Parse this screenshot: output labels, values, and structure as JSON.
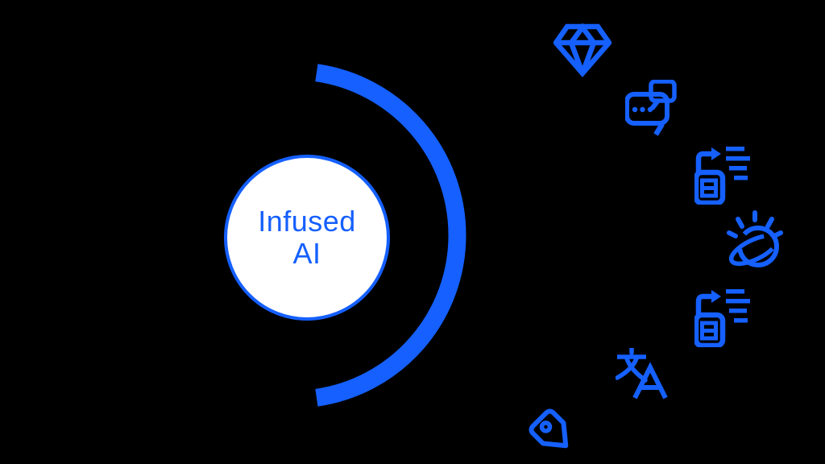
{
  "background": "#000000",
  "colors": {
    "accent": "#1560FE",
    "hub_fill": "#FFFFFF"
  },
  "hub": {
    "label": "Infused AI",
    "line1": "Infused",
    "line2": "AI"
  },
  "arc": {
    "description": "thick blue arc sweeping around right side of hub"
  },
  "icons": [
    {
      "name": "diamond-icon"
    },
    {
      "name": "chat-icon"
    },
    {
      "name": "document-transform-icon"
    },
    {
      "name": "watson-avatar-icon"
    },
    {
      "name": "document-transform-icon-2"
    },
    {
      "name": "translate-icon"
    },
    {
      "name": "tag-icon"
    }
  ]
}
